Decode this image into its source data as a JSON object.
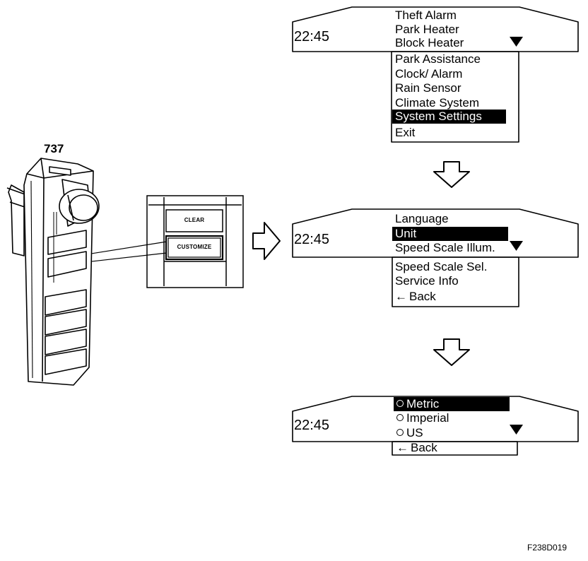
{
  "figure_code": "F238D019",
  "part_number": "737",
  "control_panel": {
    "clear_label": "CLEAR",
    "customize_label": "CUSTOMIZE"
  },
  "screen_main": {
    "clock": "22:45",
    "items": [
      "Theft  Alarm",
      "Park Heater",
      "Block Heater",
      "Park Assistance",
      "Clock/ Alarm",
      "Rain Sensor",
      "Climate System",
      "System Settings",
      "Exit"
    ],
    "selected": "System Settings"
  },
  "screen_settings": {
    "clock": "22:45",
    "items": [
      "Language",
      "Unit",
      "Speed Scale Illum.",
      "Speed Scale Sel.",
      "Service Info",
      "Back"
    ],
    "selected": "Unit"
  },
  "screen_unit": {
    "clock": "22:45",
    "options": [
      "Metric",
      "Imperial",
      "US"
    ],
    "selected": "Metric",
    "back_label": "Back"
  },
  "colors": {
    "ink": "#000000",
    "paper": "#ffffff"
  }
}
